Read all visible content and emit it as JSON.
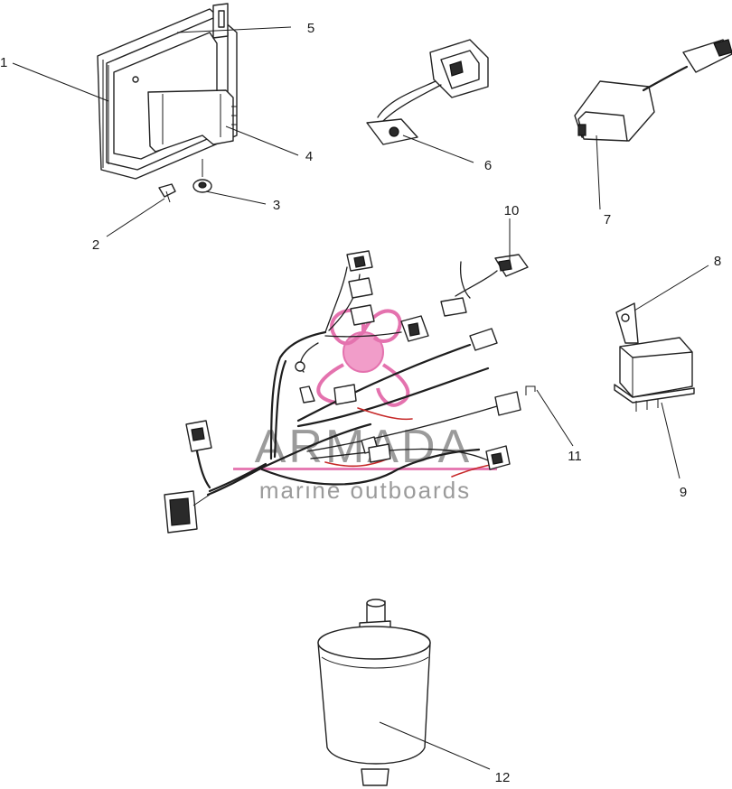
{
  "watermark": {
    "brand": "ARMADA",
    "tagline": "marine outboards",
    "brand_color": "#8a8a8a",
    "accent_color": "#e05aa0"
  },
  "callouts": [
    {
      "id": "1",
      "label": "1"
    },
    {
      "id": "2",
      "label": "2"
    },
    {
      "id": "3",
      "label": "3"
    },
    {
      "id": "4",
      "label": "4"
    },
    {
      "id": "5",
      "label": "5"
    },
    {
      "id": "6",
      "label": "6"
    },
    {
      "id": "7",
      "label": "7"
    },
    {
      "id": "8",
      "label": "8"
    },
    {
      "id": "9",
      "label": "9"
    },
    {
      "id": "10",
      "label": "10"
    },
    {
      "id": "11",
      "label": "11"
    },
    {
      "id": "12",
      "label": "12"
    }
  ]
}
